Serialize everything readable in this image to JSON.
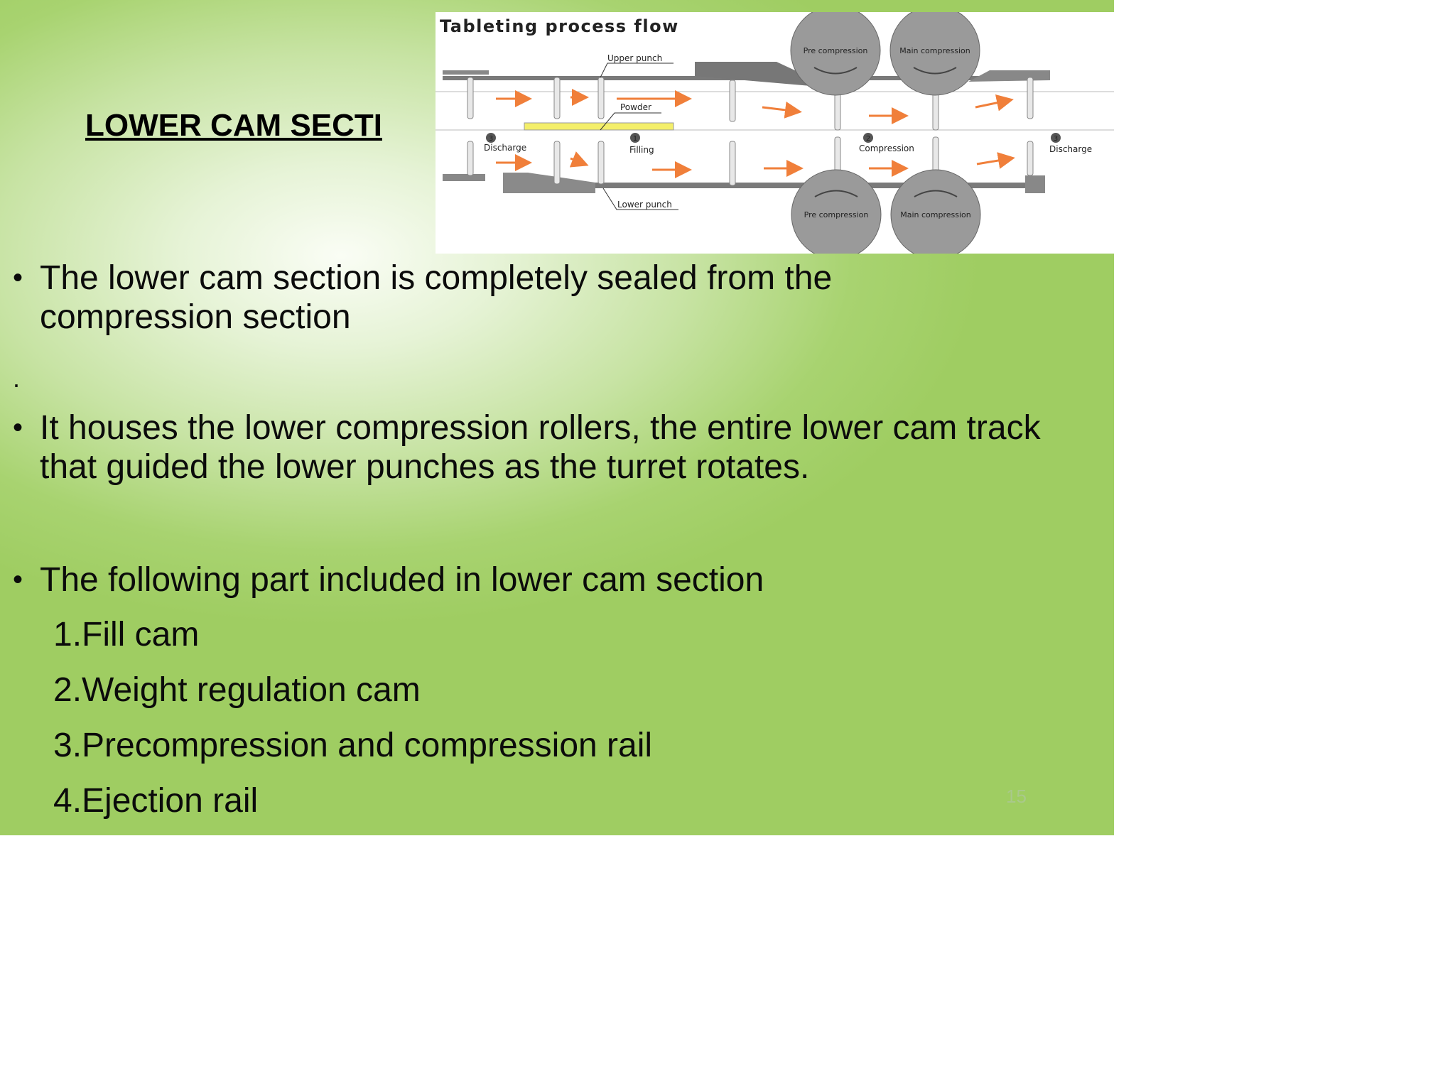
{
  "slide": {
    "title": "LOWER CAM SECTI",
    "bullets": [
      "The lower cam section is completely sealed from the compression section",
      ".",
      "It houses the lower compression rollers, the entire lower cam track that guided the lower punches as the turret rotates.",
      "The following part included in lower cam section"
    ],
    "bullet_symbol": "•",
    "list_items": [
      "1.Fill cam",
      "2.Weight regulation cam",
      "3.Precompression and compression rail",
      "4.Ejection rail"
    ],
    "page_number": "15"
  },
  "figure": {
    "title": "Tableting process flow",
    "labels": {
      "upper_punch": "Upper punch",
      "powder": "Powder",
      "lower_punch": "Lower punch",
      "discharge_left": "Discharge",
      "filling": "Filling",
      "compression": "Compression",
      "discharge_right": "Discharge",
      "pre_compression_top": "Pre compression",
      "main_compression_top": "Main compression",
      "pre_compression_bottom": "Pre compression",
      "main_compression_bottom": "Main compression"
    },
    "step_numbers": {
      "discharge_left": "3",
      "filling": "1",
      "compression": "2",
      "discharge_right": "3"
    }
  },
  "colors": {
    "arrow": "#f07f3a",
    "roller": "#9a9a9a",
    "powder": "#f4ef6a",
    "background": "#a8d370"
  }
}
